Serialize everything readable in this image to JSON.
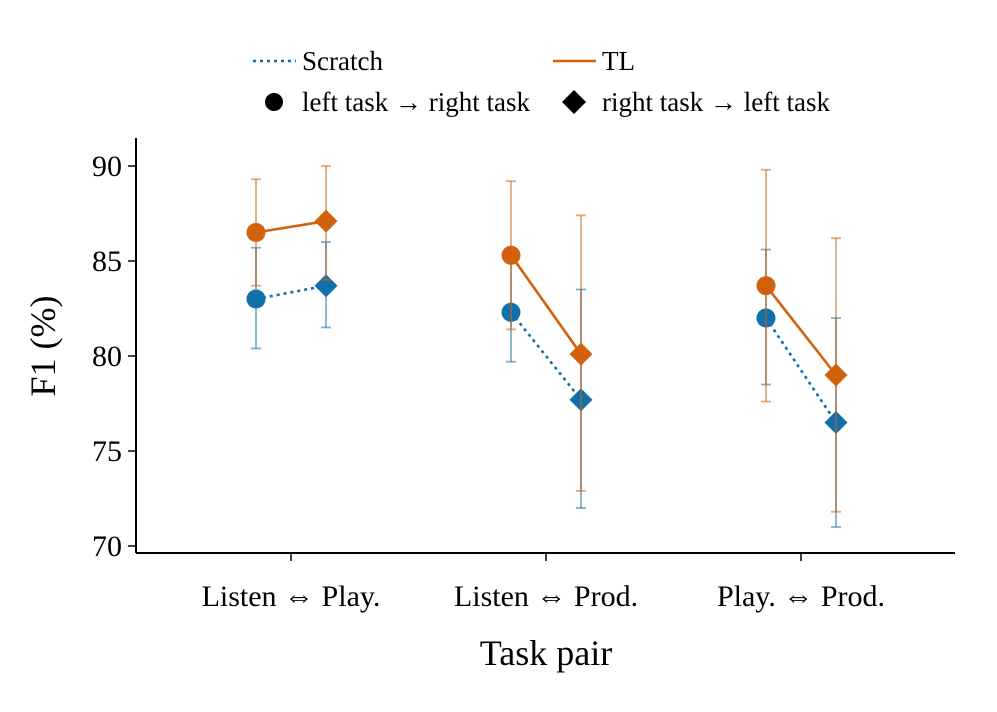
{
  "chart_data": {
    "type": "line",
    "xlabel": "Task pair",
    "ylabel": "F1 (%)",
    "categories": [
      "Listen ⇔ Play.",
      "Listen ⇔ Prod.",
      "Play. ⇔ Prod."
    ],
    "ylim": [
      69.5,
      92
    ],
    "yticks": [
      70,
      75,
      80,
      85,
      90
    ],
    "grid": false,
    "legend": {
      "position": "top",
      "series_labels": [
        "Scratch",
        "TL"
      ],
      "marker_labels": [
        "left task → right task",
        "right task → left task"
      ]
    },
    "colors": {
      "Scratch": "#1170aa",
      "TL": "#d1610c"
    },
    "series": [
      {
        "name": "Scratch",
        "line_style": "dotted",
        "left_to_right": {
          "values": [
            83.0,
            82.3,
            82.0
          ],
          "err_low": [
            80.4,
            79.7,
            78.5
          ],
          "err_high": [
            85.7,
            85.4,
            85.6
          ]
        },
        "right_to_left": {
          "values": [
            83.7,
            77.7,
            76.5
          ],
          "err_low": [
            81.5,
            72.0,
            71.0
          ],
          "err_high": [
            86.0,
            83.5,
            82.0
          ]
        }
      },
      {
        "name": "TL",
        "line_style": "solid",
        "left_to_right": {
          "values": [
            86.5,
            85.3,
            83.7
          ],
          "err_low": [
            83.7,
            81.4,
            77.6
          ],
          "err_high": [
            89.3,
            89.2,
            89.8
          ]
        },
        "right_to_left": {
          "values": [
            87.1,
            80.1,
            79.0
          ],
          "err_low": [
            84.0,
            72.9,
            71.8
          ],
          "err_high": [
            90.0,
            87.4,
            86.2
          ]
        }
      }
    ]
  }
}
